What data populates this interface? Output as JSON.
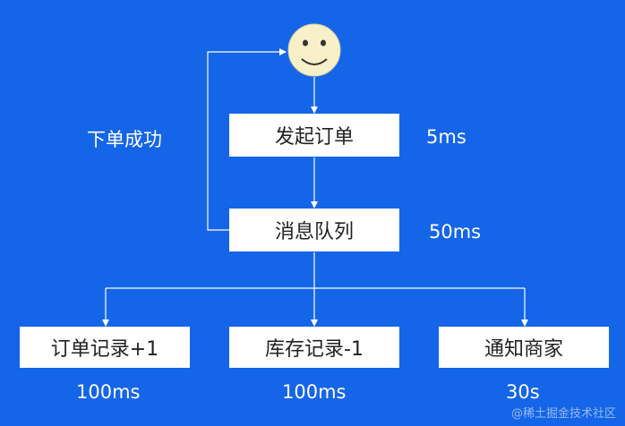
{
  "colors": {
    "background": "#1565e8",
    "box": "#ffffff",
    "line": "#ffffff",
    "face": "#f7f0c8"
  },
  "face": {
    "icon": "smiley-face-icon"
  },
  "nodes": {
    "start_order": "发起订单",
    "message_queue": "消息队列",
    "order_record": "订单记录+1",
    "inventory_record": "库存记录-1",
    "notify_merchant": "通知商家"
  },
  "labels": {
    "order_success": "下单成功",
    "t_start_order": "5ms",
    "t_queue": "50ms",
    "t_order_record": "100ms",
    "t_inventory": "100ms",
    "t_notify": "30s"
  },
  "watermark": "@稀土掘金技术社区"
}
